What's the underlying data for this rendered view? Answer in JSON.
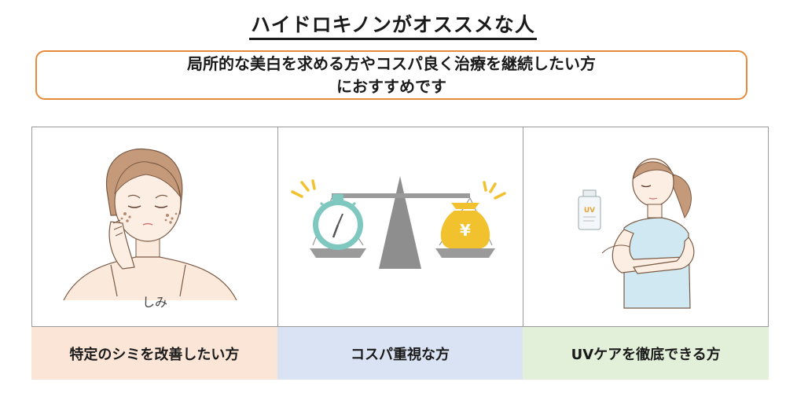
{
  "title": "ハイドロキノンがオススメな人",
  "summary": {
    "line1": "局所的な美白を求める方やコスパ良く治療を継続したい方",
    "line2": "におすすめです"
  },
  "columns": [
    {
      "label": "特定のシミを改善したい方",
      "illustration_caption": "しみ",
      "icon": "woman-with-spots-illustration",
      "bg_color": "#fbe5d6"
    },
    {
      "label": "コスパ重視な方",
      "illustration_caption": "",
      "icon": "balance-scale-clock-moneybag-illustration",
      "money_symbol": "¥",
      "bg_color": "#dae3f3"
    },
    {
      "label": "UVケアを徹底できる方",
      "illustration_caption": "",
      "icon": "woman-applying-sunscreen-illustration",
      "bottle_text": "UV",
      "bg_color": "#e2f0d9"
    }
  ],
  "colors": {
    "frame_accent": "#e58b3a",
    "gold": "#f2c12e",
    "teal": "#7ec8c0"
  }
}
